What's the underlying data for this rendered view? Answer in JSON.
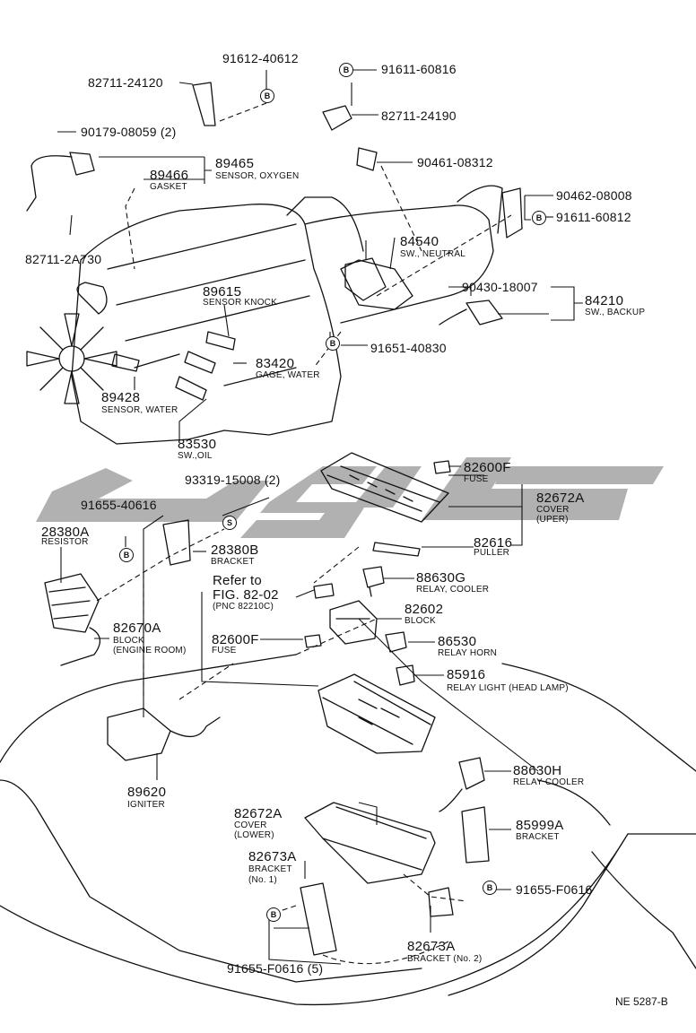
{
  "diagram_id": "NE 5287-B",
  "badge_letters": {
    "b": "B",
    "s": "S"
  },
  "colors": {
    "ink": "#111111",
    "watermark": "#a9a9a9"
  },
  "parts": {
    "p91612_40612": "91612-40612",
    "p91611_60816": "91611-60816",
    "p82711_24120": "82711-24120",
    "p82711_24190": "82711-24190",
    "p90179_08059": "90179-08059 (2)",
    "p90461_08312": "90461-08312",
    "p89465": {
      "num": "89465",
      "desc": "SENSOR, OXYGEN"
    },
    "p89466": {
      "num": "89466",
      "desc": "GASKET"
    },
    "p90462_08008": "90462-08008",
    "p91611_60812": "91611-60812",
    "p82711_2A730": "82711-2A730",
    "p84540": {
      "num": "84540",
      "desc": "SW., NEUTRAL"
    },
    "p90430_18007": "90430-18007",
    "p84210": {
      "num": "84210",
      "desc": "SW., BACKUP"
    },
    "p89615": {
      "num": "89615",
      "desc": "SENSOR KNOCK"
    },
    "p91651_40830": "91651-40830",
    "p83420": {
      "num": "83420",
      "desc": "GAGE, WATER"
    },
    "p89428": {
      "num": "89428",
      "desc": "SENSOR, WATER"
    },
    "p83530": {
      "num": "83530",
      "desc": "SW.,OIL"
    },
    "p82600F_top": {
      "num": "82600F",
      "desc": "FUSE"
    },
    "p93319_15008": "93319-15008 (2)",
    "p82672A_upper": {
      "num": "82672A",
      "desc1": "COVER",
      "desc2": "(UPER)"
    },
    "p91655_40616": "91655-40616",
    "p28380A": {
      "num": "28380A",
      "desc": "RESISTOR"
    },
    "p28380B": {
      "num": "28380B",
      "desc": "BRACKET"
    },
    "p82616": {
      "num": "82616",
      "desc": "PULLER"
    },
    "refer": {
      "line1": "Refer to",
      "line2": "FIG. 82-02",
      "line3": "(PNC 82210C)"
    },
    "p88630G": {
      "num": "88630G",
      "desc": "RELAY, COOLER"
    },
    "p82602": {
      "num": "82602",
      "desc": "BLOCK"
    },
    "p82670A": {
      "num": "82670A",
      "desc1": "BLOCK",
      "desc2": "(ENGINE ROOM)"
    },
    "p82600F_mid": {
      "num": "82600F",
      "desc": "FUSE"
    },
    "p86530": {
      "num": "86530",
      "desc": "RELAY HORN"
    },
    "p85916": {
      "num": "85916",
      "desc": "RELAY LIGHT (HEAD LAMP)"
    },
    "p88630H": {
      "num": "88630H",
      "desc": "RELAY COOLER"
    },
    "p89620": {
      "num": "89620",
      "desc": "IGNITER"
    },
    "p82672A_lower": {
      "num": "82672A",
      "desc1": "COVER",
      "desc2": "(LOWER)"
    },
    "p85999A": {
      "num": "85999A",
      "desc": "BRACKET"
    },
    "p82673A_1": {
      "num": "82673A",
      "desc1": "BRACKET",
      "desc2": "(No. 1)"
    },
    "p91655_F0616_r": "91655-F0616",
    "p82673A_2": {
      "num": "82673A",
      "desc": "BRACKET (No. 2)"
    },
    "p91655_F0616_5": "91655-F0616 (5)"
  }
}
